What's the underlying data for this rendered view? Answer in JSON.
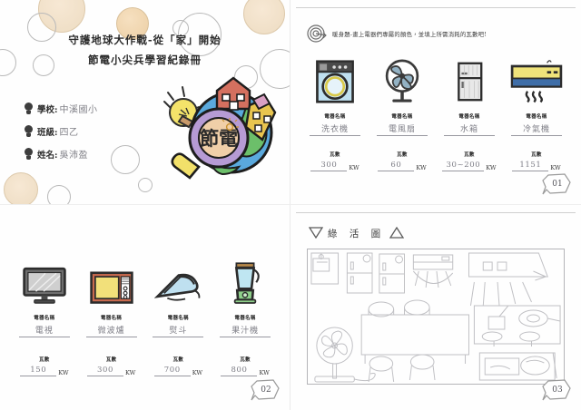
{
  "document": {
    "kind": "scanned-student-workbook",
    "layout": "2x2 page grid",
    "language": "zh-TW"
  },
  "cover": {
    "title_line1": "守護地球大作戰-從「家」開始",
    "title_line2": "節電小尖兵學習紀錄冊",
    "emblem_text": "節電",
    "fields": [
      {
        "icon": "bulb-icon",
        "label": "學校:",
        "value": "中溪國小"
      },
      {
        "icon": "bulb-icon",
        "label": "班級:",
        "value": "四乙"
      },
      {
        "icon": "bulb-icon",
        "label": "姓名:",
        "value": "吳沛盈"
      }
    ]
  },
  "page01": {
    "header_icon": "target-icon",
    "header_text": "暖身題-畫上電器們專屬的顏色，並填上所需消耗的瓦數吧!",
    "name_caption": "電器名稱",
    "watt_caption": "瓦數",
    "unit": "KW",
    "items": [
      {
        "icon": "washing-machine-icon",
        "name": "洗衣機",
        "watt": "300"
      },
      {
        "icon": "electric-fan-icon",
        "name": "電風扇",
        "watt": "60"
      },
      {
        "icon": "refrigerator-icon",
        "name": "水箱",
        "watt": "30~200"
      },
      {
        "icon": "air-conditioner-icon",
        "name": "冷氣機",
        "watt": "1151"
      }
    ],
    "page_number": "01"
  },
  "page02": {
    "name_caption": "電器名稱",
    "watt_caption": "瓦數",
    "unit": "KW",
    "items": [
      {
        "icon": "television-icon",
        "name": "電視",
        "watt": "150"
      },
      {
        "icon": "microwave-icon",
        "name": "微波爐",
        "watt": "300"
      },
      {
        "icon": "iron-icon",
        "name": "熨斗",
        "watt": "700"
      },
      {
        "icon": "blender-icon",
        "name": "果汁機",
        "watt": "800"
      }
    ],
    "page_number": "02"
  },
  "page03": {
    "heading": "綠 活 圖",
    "heading_marks": {
      "left": "▽",
      "right": "△"
    },
    "sketch_description": "手繪居家平面圖",
    "page_number": "03"
  },
  "colors": {
    "paper": "#fefefe",
    "ink": "#2b2b2b",
    "pencil": "#8e8e96",
    "earth_blue": "#5aa9dd",
    "earth_green": "#6cbf6a",
    "lens_purple": "#9b7bc4",
    "bulb_yellow": "#f4e36a",
    "house_red": "#d4705f",
    "house_yellow": "#e8c54f",
    "ac_yellow": "#efe37a",
    "ac_blue": "#3f6ea8",
    "washer_blue": "#a9d4ea"
  }
}
